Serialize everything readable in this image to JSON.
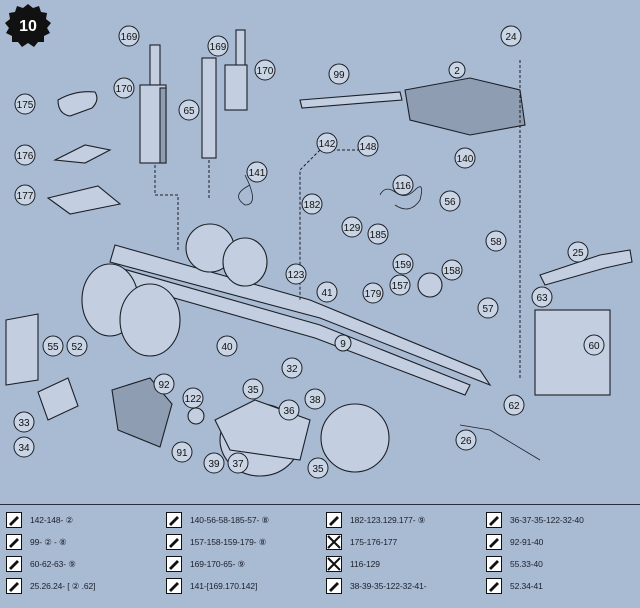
{
  "page_badge": "10",
  "callouts": {
    "c169a": "169",
    "c169b": "169",
    "c170a": "170",
    "c170b": "170",
    "c65": "65",
    "c175": "175",
    "c176": "176",
    "c177": "177",
    "c99": "99",
    "c2": "2",
    "c24": "24",
    "c142": "142",
    "c148": "148",
    "c141": "141",
    "c140": "140",
    "c116": "116",
    "c56": "56",
    "c182": "182",
    "c129": "129",
    "c185": "185",
    "c58": "58",
    "c123": "123",
    "c159": "159",
    "c157": "157",
    "c158": "158",
    "c179": "179",
    "c41": "41",
    "c57": "57",
    "c25": "25",
    "c63": "63",
    "c60": "60",
    "c62": "62",
    "c9": "9",
    "c55": "55",
    "c52": "52",
    "c40": "40",
    "c32": "32",
    "c35a": "35",
    "c92": "92",
    "c122": "122",
    "c36": "36",
    "c38": "38",
    "c91": "91",
    "c33": "33",
    "c34": "34",
    "c39": "39",
    "c37": "37",
    "c35b": "35",
    "c26": "26"
  },
  "legend": {
    "columns": [
      [
        {
          "icon": "wrench-icon",
          "text": "142-148- ②"
        },
        {
          "icon": "wrench-icon",
          "text": "99- ② - ⑧"
        },
        {
          "icon": "wrench-icon",
          "text": "60-62-63- ⑨"
        },
        {
          "icon": "wrench-icon",
          "text": "25.26.24- [ ② .62]"
        }
      ],
      [
        {
          "icon": "wrench-icon",
          "text": "140-56-58-185-57- ⑧"
        },
        {
          "icon": "wrench-icon",
          "text": "157-158-159-179- ⑧"
        },
        {
          "icon": "wrench-icon",
          "text": "169-170-65- ⑨"
        },
        {
          "icon": "wrench-icon",
          "text": "141-[169.170.142]"
        }
      ],
      [
        {
          "icon": "wrench-icon",
          "text": "182-123.129.177- ⑨"
        },
        {
          "icon": "crossed-box-icon",
          "text": "175-176-177"
        },
        {
          "icon": "crossed-box-icon",
          "text": "116-129"
        },
        {
          "icon": "wrench-icon",
          "text": "38-39-35-122-32-41-"
        }
      ],
      [
        {
          "icon": "wrench-icon",
          "text": "36-37-35-122-32-40"
        },
        {
          "icon": "wrench-icon",
          "text": "92-91-40"
        },
        {
          "icon": "wrench-icon",
          "text": "55.33-40"
        },
        {
          "icon": "wrench-icon",
          "text": "52.34-41"
        }
      ]
    ]
  }
}
